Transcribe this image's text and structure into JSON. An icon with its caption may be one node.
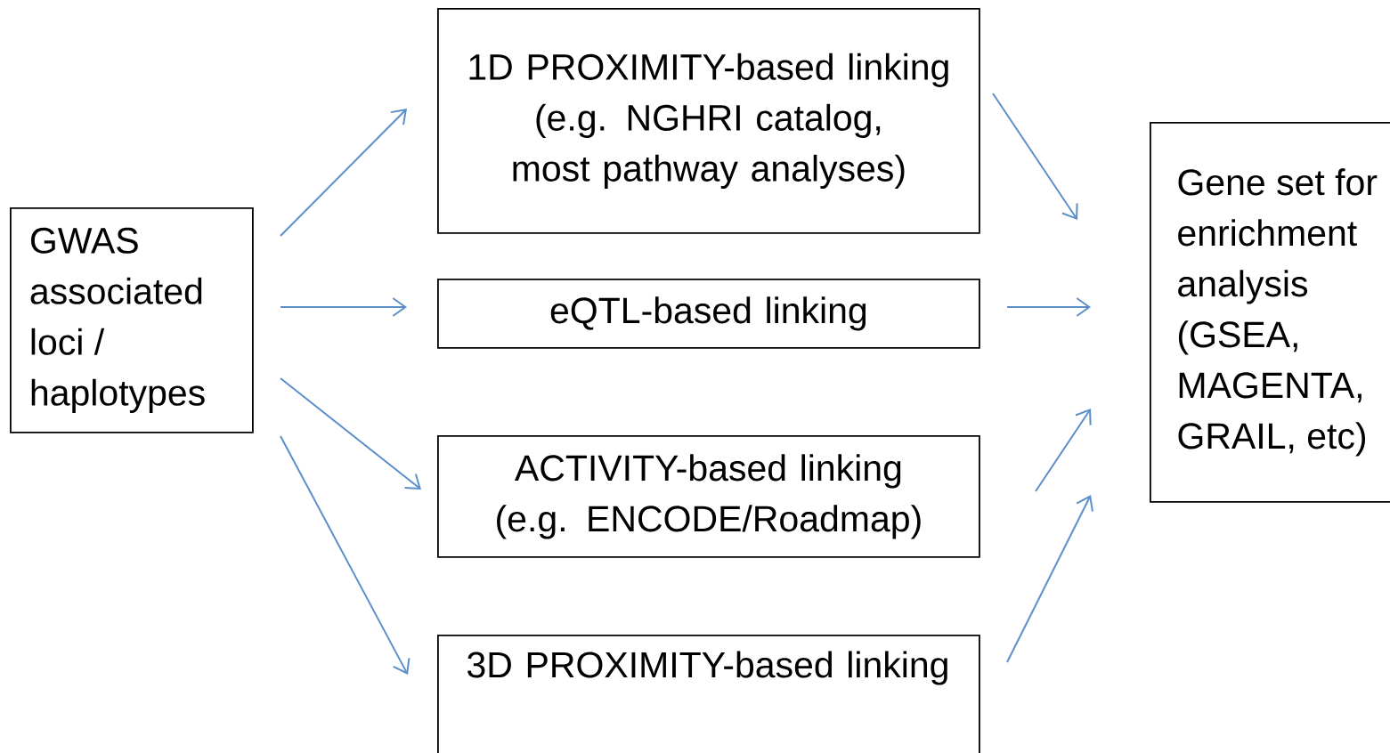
{
  "diagram": {
    "nodes": [
      {
        "text": [
          "GWAS associated loci / haplotypes"
        ]
      },
      {
        "text": [
          "1D PROXIMITY-based linking",
          "(e.g. NGHRI catalog, most pathway analyses)"
        ]
      },
      {
        "text": [
          "eQTL-based linking"
        ]
      },
      {
        "text": [
          "ACTIVITY-based linking",
          "(e.g. ENCODE/Roadmap)"
        ]
      },
      {
        "text": [
          "3D PROXIMITY-based linking"
        ]
      },
      {
        "text": [
          "Gene set for enrichment analysis (GSEA, MAGENTA, GRAIL, etc)"
        ]
      }
    ],
    "edges": [
      {
        "from": 0,
        "to": 1,
        "arrow": "to"
      },
      {
        "from": 0,
        "to": 2,
        "arrow": "to"
      },
      {
        "from": 0,
        "to": 3,
        "arrow": "to"
      },
      {
        "from": 0,
        "to": 4,
        "arrow": "to"
      },
      {
        "from": 1,
        "to": 5,
        "arrow": "to"
      },
      {
        "from": 2,
        "to": 5,
        "arrow": "to"
      },
      {
        "from": 3,
        "to": 5,
        "arrow": "to"
      },
      {
        "from": 4,
        "to": 5,
        "arrow": "to"
      }
    ]
  }
}
